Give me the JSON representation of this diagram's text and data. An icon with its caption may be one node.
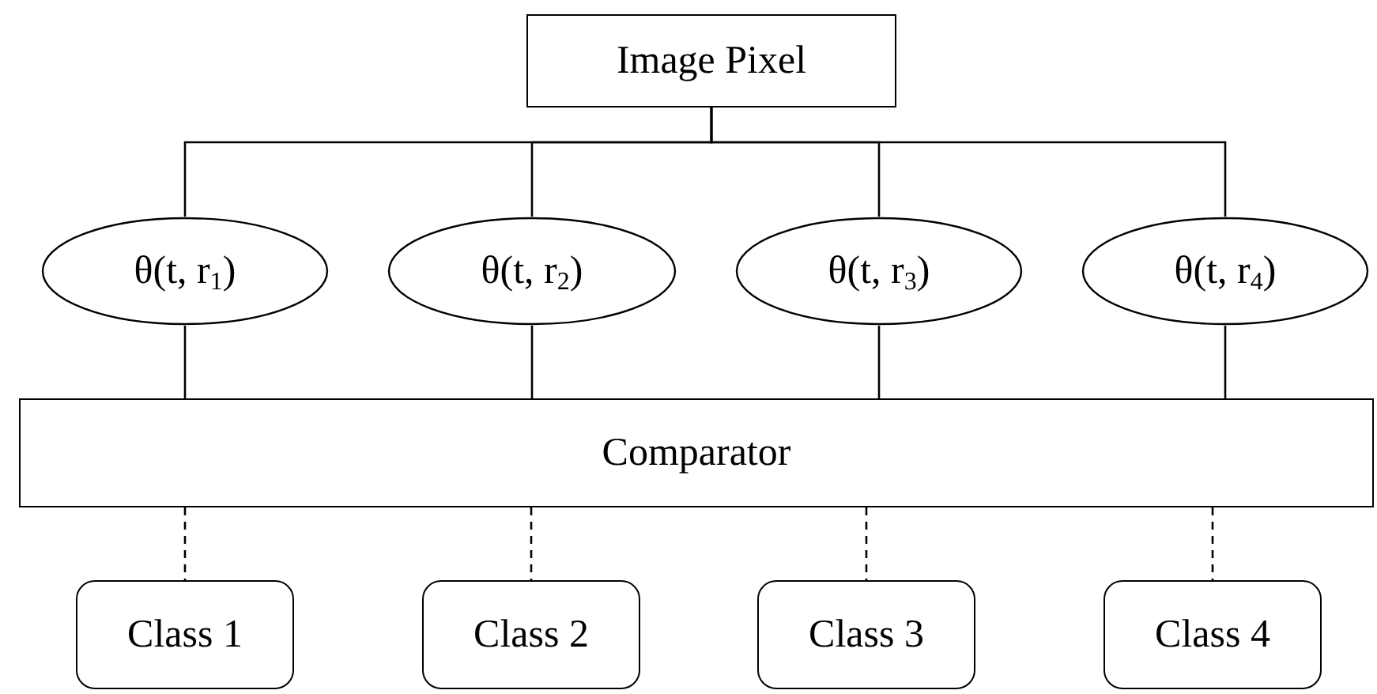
{
  "diagram": {
    "nodes": [
      {
        "text": [
          "Image Pixel"
        ]
      },
      {
        "text": [
          "θ(t, r$_{1}$)"
        ]
      },
      {
        "text": [
          "θ(t, r$_{2}$)"
        ]
      },
      {
        "text": [
          "θ(t, r$_{3}$)"
        ]
      },
      {
        "text": [
          "θ(t, r$_{4}$)"
        ]
      },
      {
        "text": [
          "Comparator"
        ]
      },
      {
        "text": [
          "Class 1"
        ]
      },
      {
        "text": [
          "Class 2"
        ]
      },
      {
        "text": [
          "Class 3"
        ]
      },
      {
        "text": [
          "Class 4"
        ]
      }
    ],
    "edges": [
      {
        "from": 0,
        "to": 1,
        "arrow": "none"
      },
      {
        "from": 0,
        "to": 2,
        "arrow": "none"
      },
      {
        "from": 0,
        "to": 3,
        "arrow": "none"
      },
      {
        "from": 0,
        "to": 4,
        "arrow": "none"
      },
      {
        "from": 1,
        "to": 5,
        "arrow": "none"
      },
      {
        "from": 2,
        "to": 5,
        "arrow": "none"
      },
      {
        "from": 3,
        "to": 5,
        "arrow": "none"
      },
      {
        "from": 4,
        "to": 5,
        "arrow": "none"
      },
      {
        "from": 5,
        "to": 6,
        "arrow": "none",
        "style": "dashed"
      },
      {
        "from": 5,
        "to": 7,
        "arrow": "none",
        "style": "dashed"
      },
      {
        "from": 5,
        "to": 8,
        "arrow": "none",
        "style": "dashed"
      },
      {
        "from": 5,
        "to": 9,
        "arrow": "none",
        "style": "dashed"
      }
    ]
  }
}
